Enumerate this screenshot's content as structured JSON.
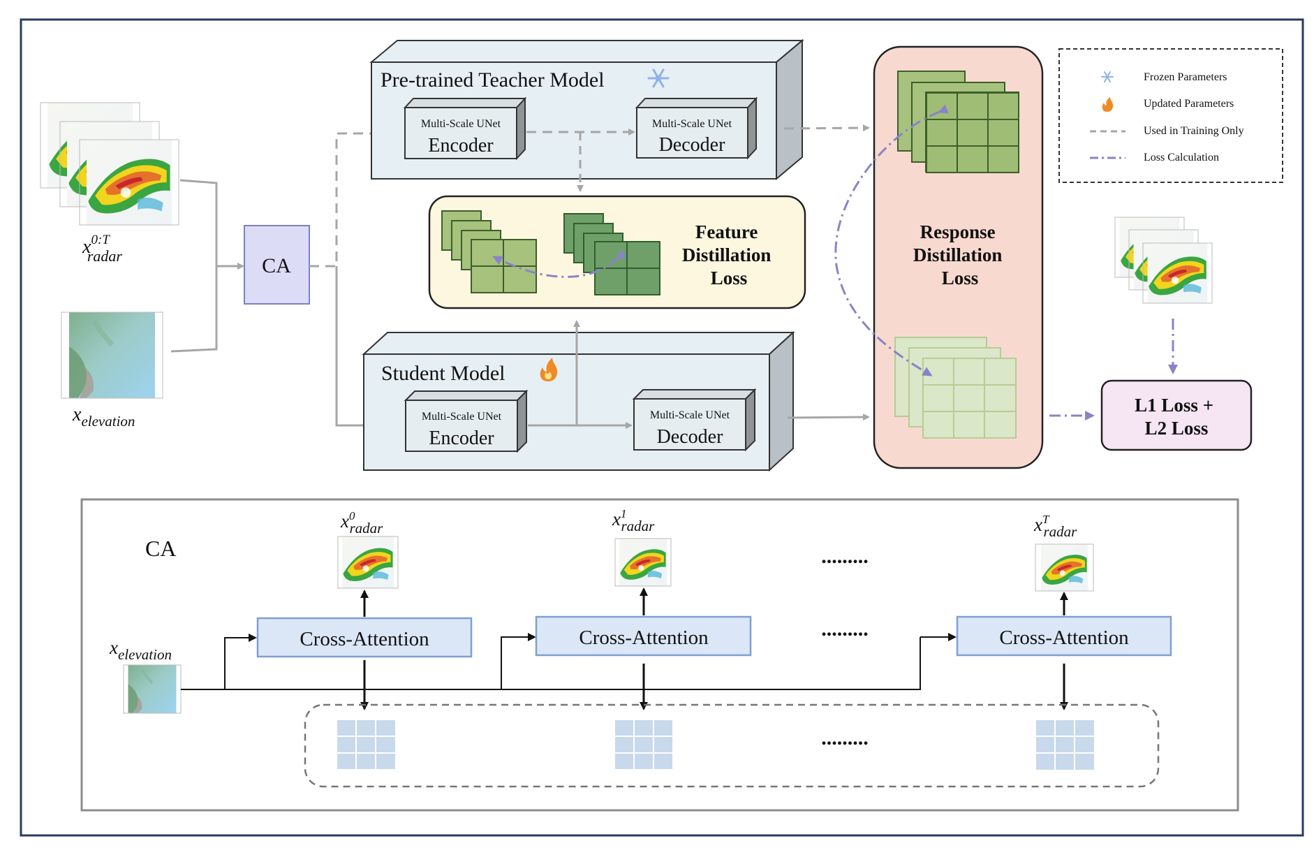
{
  "inputs": {
    "radar_label_base": "x",
    "radar_label_sup": "0:T",
    "radar_label_sub": "radar",
    "elevation_label_base": "x",
    "elevation_label_sub": "elevation"
  },
  "ca_block": {
    "label": "CA"
  },
  "teacher": {
    "title": "Pre-trained Teacher Model",
    "encoder_top": "Multi-Scale UNet",
    "encoder_main": "Encoder",
    "decoder_top": "Multi-Scale UNet",
    "decoder_main": "Decoder"
  },
  "student": {
    "title": "Student Model",
    "encoder_top": "Multi-Scale UNet",
    "encoder_main": "Encoder",
    "decoder_top": "Multi-Scale UNet",
    "decoder_main": "Decoder"
  },
  "feature_loss": {
    "line1": "Feature",
    "line2": "Distillation",
    "line3": "Loss"
  },
  "response_loss": {
    "line1": "Response",
    "line2": "Distillation",
    "line3": "Loss"
  },
  "final_loss": {
    "line1": "L1 Loss +",
    "line2": "L2 Loss"
  },
  "legend": {
    "items": [
      {
        "icon": "snowflake-icon",
        "label": "Frozen Parameters"
      },
      {
        "icon": "fire-icon",
        "label": "Updated Parameters"
      },
      {
        "icon": "dashed-line-icon",
        "label": "Used in Training Only"
      },
      {
        "icon": "dash-dot-line-icon",
        "label": "Loss Calculation"
      }
    ]
  },
  "ca_detail": {
    "title": "CA",
    "elevation_base": "x",
    "elevation_sub": "elevation",
    "steps": [
      {
        "base": "x",
        "sup": "0",
        "sub": "radar",
        "block": "Cross-Attention"
      },
      {
        "base": "x",
        "sup": "1",
        "sub": "radar",
        "block": "Cross-Attention"
      },
      {
        "base": "x",
        "sup": "T",
        "sub": "radar",
        "block": "Cross-Attention"
      }
    ],
    "ellipsis": "........."
  },
  "colors": {
    "frame": "#2b3a5c",
    "model_box": "#e6eff3",
    "model_side": "#b9c1c6",
    "ca_box": "#dcdcf6",
    "feature_bg": "#fdf7df",
    "response_bg": "#f8d9cf",
    "final_bg": "#f6e6f3",
    "cross_attn": "#dbe6f7",
    "grey_arrow": "#a6a6a6",
    "purple": "#8a83c7",
    "grid_dark": "#7ea55f",
    "grid_light": "#dbe7c9",
    "grid_blue": "#c8d9ec"
  }
}
